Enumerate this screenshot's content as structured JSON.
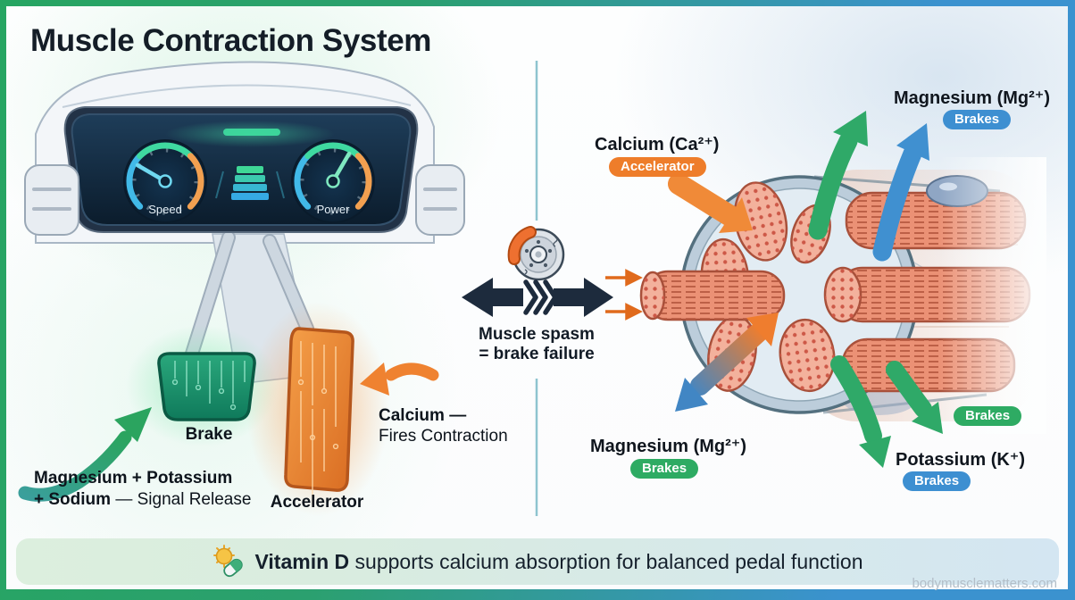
{
  "title": "Muscle Contraction System",
  "dashboard": {
    "speed_label": "Speed",
    "power_label": "Power"
  },
  "pedals": {
    "brake_label": "Brake",
    "accelerator_label": "Accelerator"
  },
  "annotations": {
    "brake_bold_line1": "Magnesium + Potassium",
    "brake_bold_line2": "+ Sodium",
    "brake_rest": " — Signal Release",
    "accelerator_bold": "Calcium —",
    "accelerator_rest": "Fires Contraction"
  },
  "center": {
    "caption_line1": "Muscle spasm",
    "caption_line2": "= brake failure"
  },
  "muscle_labels": {
    "calcium": {
      "name": "Calcium (Ca²⁺)",
      "badge": "Accelerator"
    },
    "magnesium_top": {
      "name": "Magnesium (Mg²⁺)",
      "badge": "Brakes"
    },
    "magnesium_bottom": {
      "name": "Magnesium (Mg²⁺)",
      "badge": "Brakes"
    },
    "potassium": {
      "name": "Potassium (K⁺)",
      "badge": "Brakes"
    },
    "side_badge": "Brakes"
  },
  "footer": {
    "bold": "Vitamin D",
    "rest": " supports calcium absorption for balanced pedal function"
  },
  "watermark": "bodymusclematters.com",
  "colors": {
    "border_green": "#27a562",
    "border_blue": "#3b92cf",
    "accent_orange": "#ee7d2a",
    "accent_blue": "#3d8fd1",
    "accent_green": "#2eab63",
    "navy": "#1d2b3d"
  }
}
